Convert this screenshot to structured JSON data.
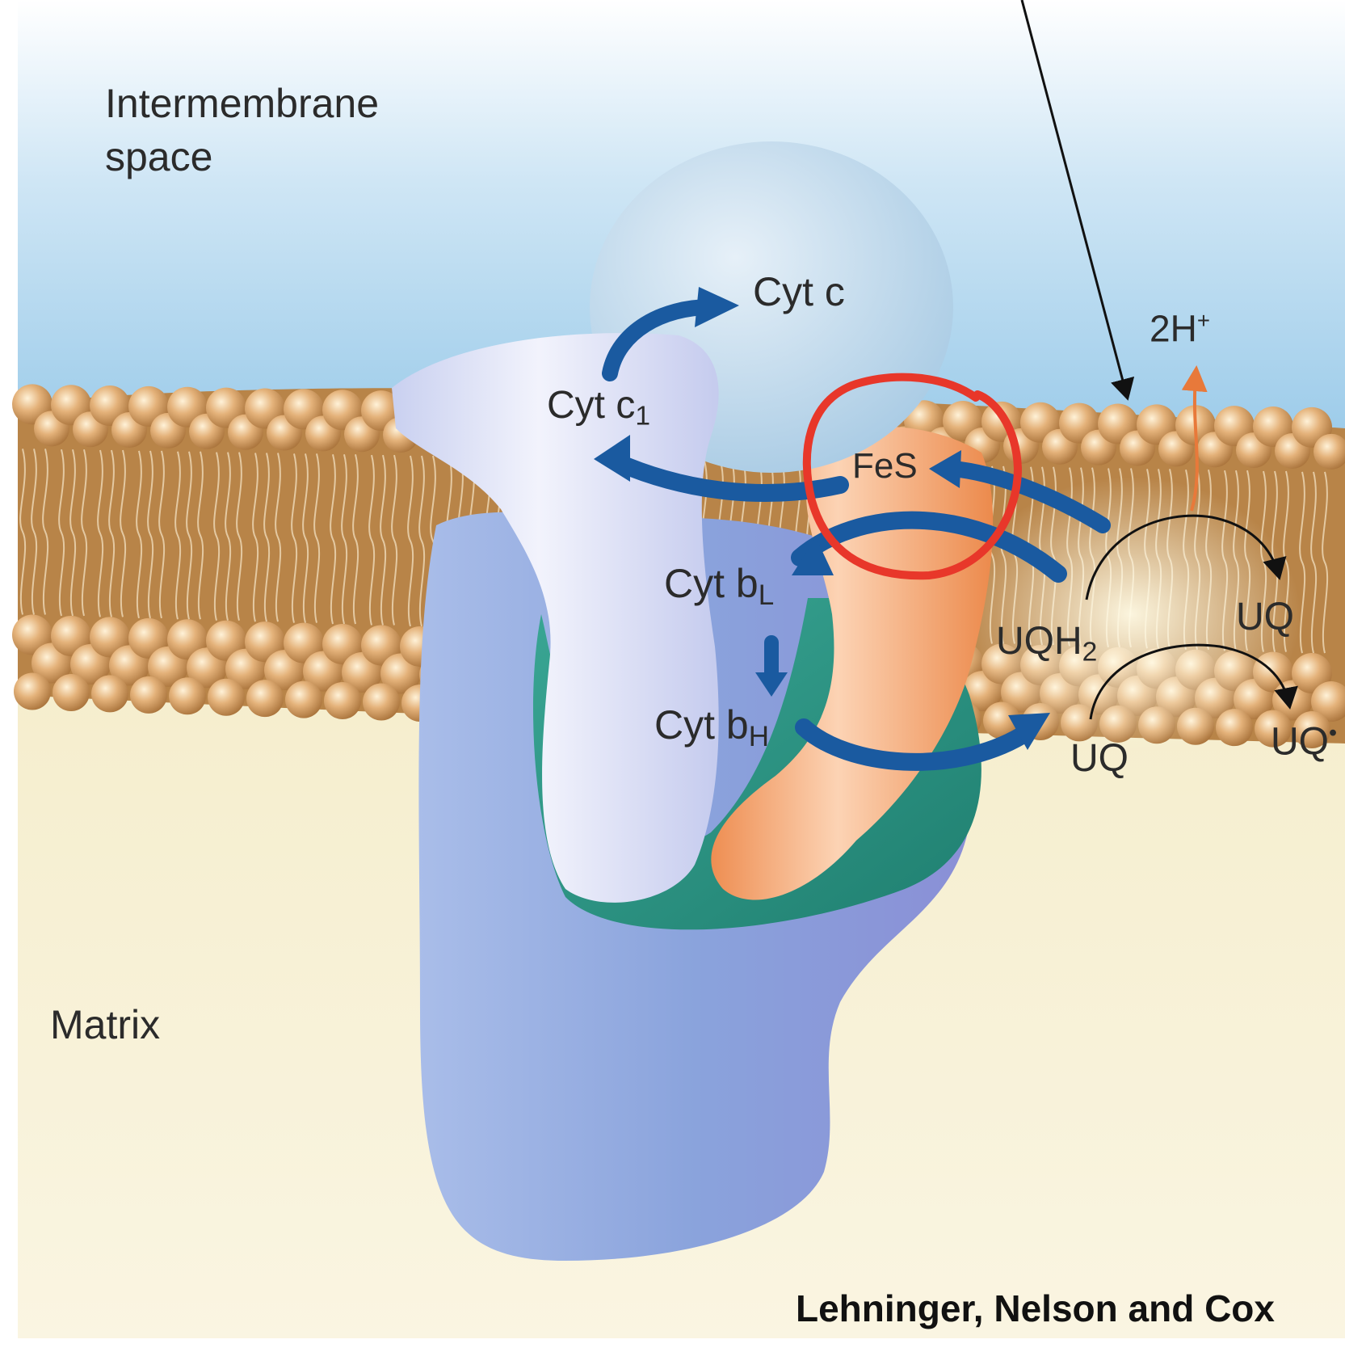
{
  "regions": {
    "intermembrane": "Intermembrane\nspace",
    "matrix": "Matrix"
  },
  "complex_labels": {
    "cyt_c": "Cyt c",
    "cyt_c1_main": "Cyt c",
    "cyt_c1_sub": "1",
    "fes": "FeS",
    "cyt_bl_main": "Cyt b",
    "cyt_bl_sub": "L",
    "cyt_bh_main": "Cyt b",
    "cyt_bh_sub": "H"
  },
  "quinone_labels": {
    "uqh2_main": "UQH",
    "uqh2_sub": "2",
    "uq_top": "UQ",
    "uq_bottom": "UQ",
    "uq_radical": "UQ",
    "uq_radical_sup": "•",
    "proton_main": "2H",
    "proton_sup": "+"
  },
  "credit": "Lehninger, Nelson and Cox",
  "colors": {
    "electron_arrow": "#1a5aa0",
    "annotation_circle": "#e8372a",
    "membrane": "#b88448",
    "cyt_c1_protein": "#dde2f6",
    "fes_protein": "#f3a06c",
    "cyt_b_protein": "#2f9a88",
    "complex_body": "#8fa8de"
  }
}
